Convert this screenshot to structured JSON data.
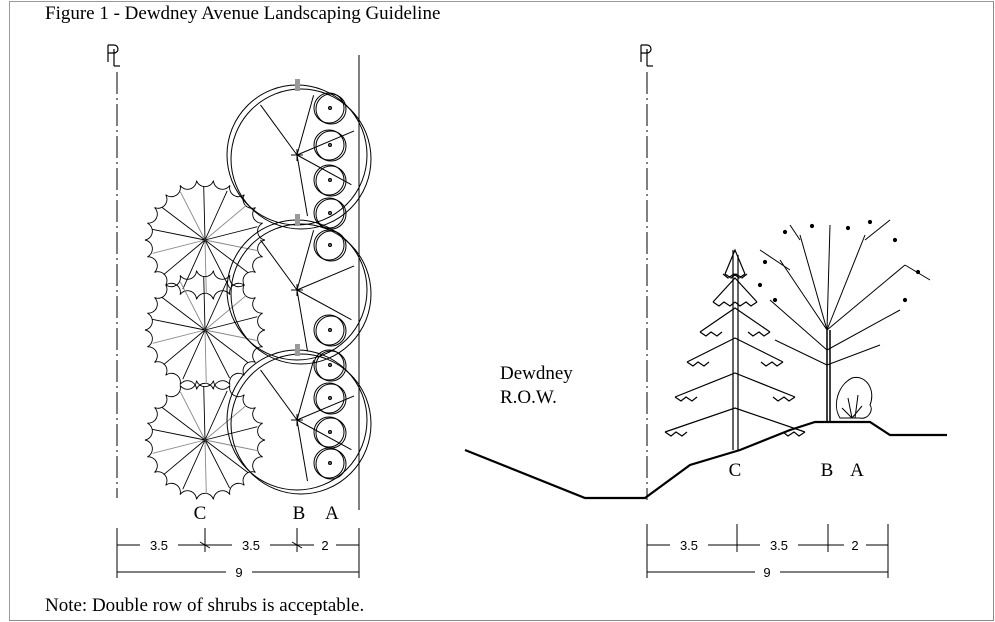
{
  "figure": {
    "title": "Figure 1 - Dewdney Avenue Landscaping Guideline",
    "note": "Note: Double row of shrubs is acceptable."
  },
  "plan_view": {
    "property_line_symbol": "PL",
    "zone_labels": [
      "C",
      "B",
      "A"
    ],
    "dimensions": [
      "3.5",
      "3.5",
      "2",
      "9"
    ]
  },
  "section_view": {
    "property_line_symbol": "PL",
    "row_label_line1": "Dewdney",
    "row_label_line2": "R.O.W.",
    "zone_labels": [
      "C",
      "B",
      "A"
    ],
    "dimensions": [
      "3.5",
      "3.5",
      "2",
      "9"
    ]
  },
  "icons": {
    "conifer_plan": "spruce-canopy-icon",
    "deciduous_plan": "deciduous-canopy-icon",
    "shrub_plan": "shrub-circle-icon",
    "spruce_elevation": "spruce-tree-icon",
    "deciduous_elevation": "deciduous-tree-icon",
    "shrub_elevation": "shrub-icon"
  },
  "colors": {
    "line": "#000000",
    "accent_gray": "#9a9a9a",
    "frame": "#9a9a9a"
  }
}
